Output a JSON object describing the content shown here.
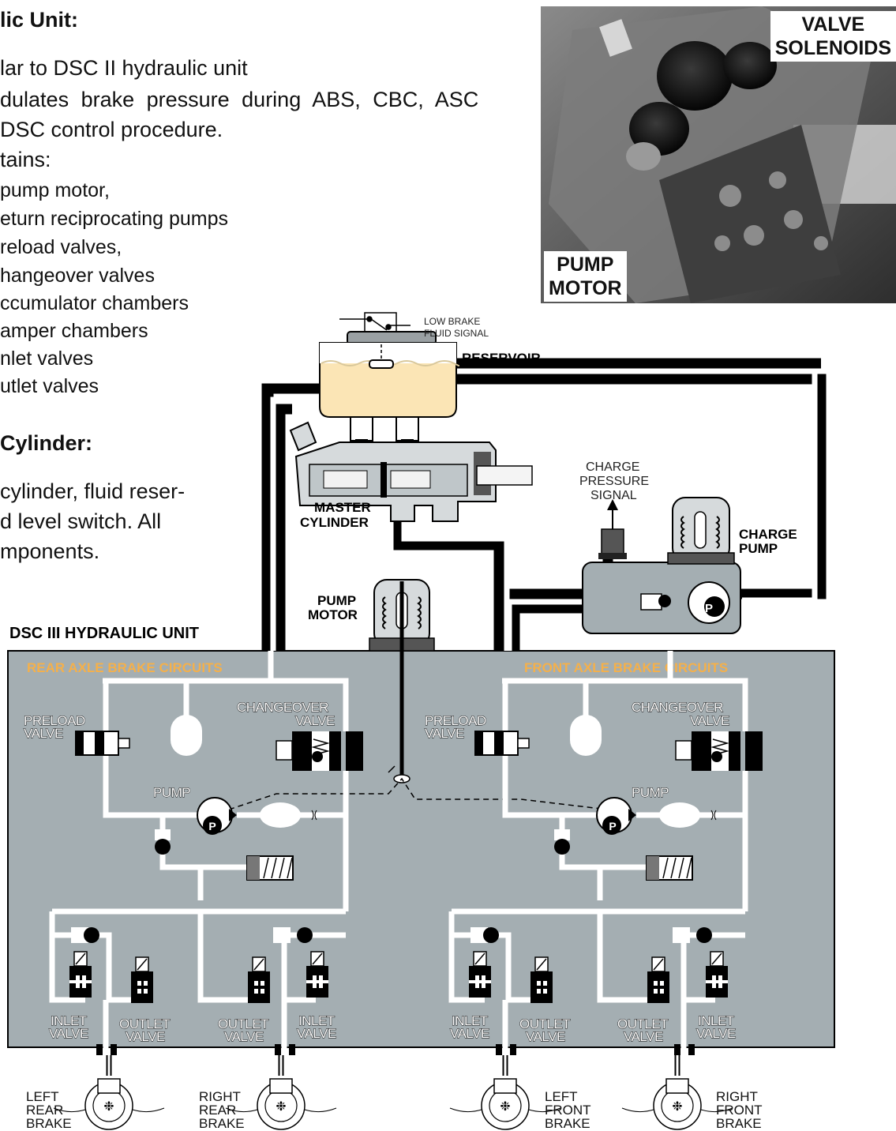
{
  "text": {
    "heading_unit": "lic Unit:",
    "para_lines": [
      "lar to DSC II hydraulic unit",
      "dulates brake pressure during ABS, CBC, ASC",
      "DSC control procedure.",
      "tains:"
    ],
    "list_items": [
      "pump motor,",
      "eturn reciprocating pumps",
      "reload valves,",
      "hangeover valves",
      "ccumulator chambers",
      "amper chambers",
      "nlet valves",
      "utlet valves"
    ],
    "heading_cylinder": "Cylinder:",
    "cyl_lines": [
      "cylinder, fluid reser-",
      "d level switch.  All",
      "mponents."
    ]
  },
  "photo": {
    "label_top": [
      "VALVE",
      "SOLENOIDS"
    ],
    "label_bottom": [
      "PUMP",
      "MOTOR"
    ]
  },
  "diagram": {
    "low_brake": [
      "LOW BRAKE",
      "FLUID SIGNAL"
    ],
    "reservoir": "RESERVOIR",
    "master_cylinder": [
      "MASTER",
      "CYLINDER"
    ],
    "charge_pressure": [
      "CHARGE",
      "PRESSURE",
      "SIGNAL"
    ],
    "charge_pump": [
      "CHARGE",
      "PUMP"
    ],
    "pump_motor": [
      "PUMP",
      "MOTOR"
    ],
    "unit_title": "DSC III HYDRAULIC UNIT",
    "rear_circuits": "REAR AXLE BRAKE CIRCUITS",
    "front_circuits": "FRONT AXLE BRAKE CIRCUITS",
    "preload_valve": [
      "PRELOAD",
      "VALVE"
    ],
    "changeover_valve": [
      "CHANGEOVER",
      "VALVE"
    ],
    "pump": "PUMP",
    "pump_symbol": "P",
    "inlet_valve": [
      "INLET",
      "VALVE"
    ],
    "outlet_valve": [
      "OUTLET",
      "VALVE"
    ],
    "brakes": {
      "left_rear": [
        "LEFT",
        "REAR",
        "BRAKE"
      ],
      "right_rear": [
        "RIGHT",
        "REAR",
        "BRAKE"
      ],
      "left_front": [
        "LEFT",
        "FRONT",
        "BRAKE"
      ],
      "right_front": [
        "RIGHT",
        "FRONT",
        "BRAKE"
      ]
    }
  },
  "colors": {
    "unit_bg": "#a4aeb2",
    "fluid": "#fbe5b5",
    "circuit_label": "#f5b04a"
  }
}
